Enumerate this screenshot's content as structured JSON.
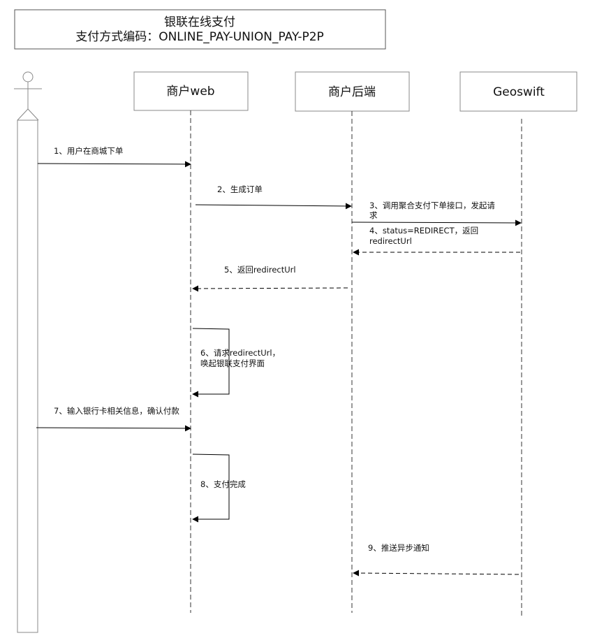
{
  "title": {
    "line1": "银联在线支付",
    "line2": "支付方式编码：ONLINE_PAY-UNION_PAY-P2P"
  },
  "participants": {
    "web": "商户web",
    "backend": "商户后端",
    "geoswift": "Geoswift"
  },
  "messages": {
    "m1": "1、用户在商城下单",
    "m2": "2、生成订单",
    "m3_line1": "3、调用聚合支付下单接口，发起请",
    "m3_line2": "求",
    "m4_line1": "4、status=REDIRECT，返回",
    "m4_line2": "redirectUrl",
    "m5": "5、返回redirectUrl",
    "m6_line1": "6、请求redirectUrl，",
    "m6_line2": "唤起银联支付界面",
    "m7": "7、输入银行卡相关信息，确认付款",
    "m8": "8、支付完成",
    "m9": "9、推送异步通知"
  }
}
